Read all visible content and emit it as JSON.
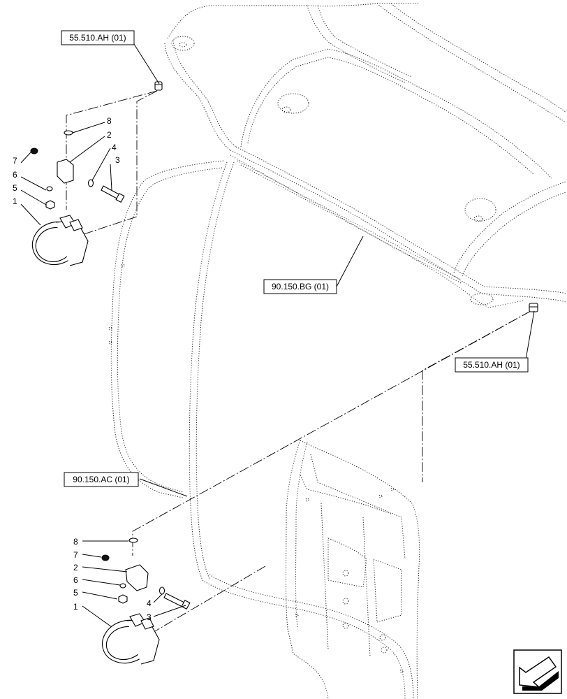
{
  "callouts": {
    "roof_lamp_top": "55.510.AH (01)",
    "roof_panel": "90.150.BG (01)",
    "roof_lamp_right": "55.510.AH (01)",
    "cab_pillar": "90.150.AC (01)"
  },
  "upper_lamp_parts": [
    "8",
    "2",
    "4",
    "3",
    "7",
    "6",
    "5",
    "1"
  ],
  "lower_lamp_parts": [
    "8",
    "7",
    "2",
    "6",
    "5",
    "4",
    "3",
    "1"
  ],
  "nav_icon": "arrow-navigation-icon"
}
